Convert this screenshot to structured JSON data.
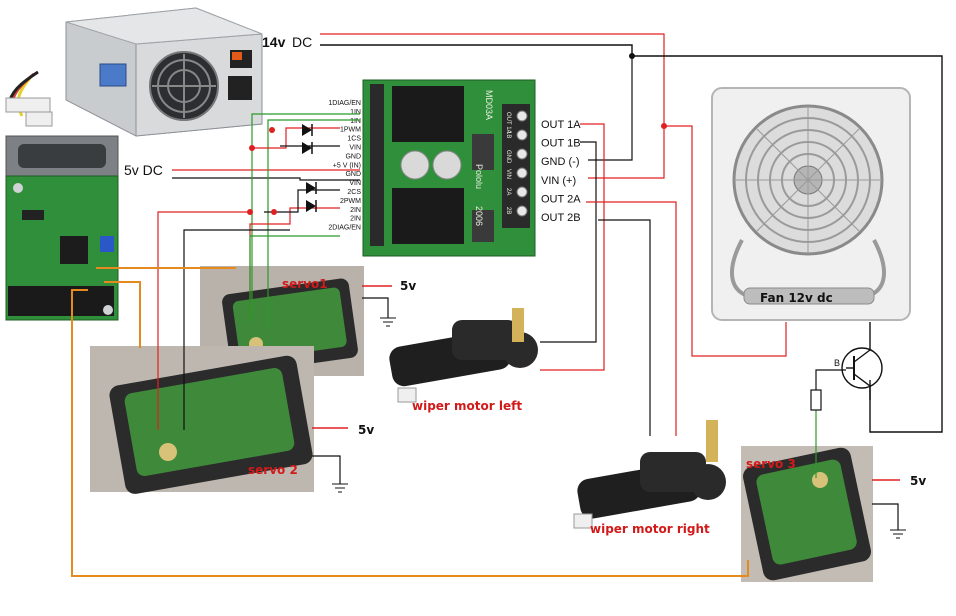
{
  "supply": {
    "v14_num": "14v",
    "v14_unit": "DC",
    "v5": "5v DC"
  },
  "driver": {
    "left_pins": [
      "1DIAG/EN",
      "1IN",
      "1IN",
      "1PWM",
      "1CS",
      "VIN",
      "GND",
      "+5 V (IN)",
      "GND",
      "VIN",
      "2CS",
      "2PWM",
      "2IN",
      "2IN",
      "2DIAG/EN"
    ],
    "right_pins": [
      "OUT 1A",
      "OUT 1B",
      "GND (-)",
      "VIN (+)",
      "OUT 2A",
      "OUT 2B"
    ],
    "board_marks": [
      "OUT 1A",
      "1B",
      "GND",
      "VIN",
      "2A",
      "2B"
    ],
    "brand": "Pololu",
    "year": "2006",
    "model": "MD03A"
  },
  "devices": {
    "fan": "Fan 12v dc",
    "servo1": "servo1",
    "servo2": "servo 2",
    "servo3": "servo 3",
    "wiper_left": "wiper motor left",
    "wiper_right": "wiper motor right",
    "v_label": "5v",
    "transistor_base": "B"
  },
  "colors": {
    "red": "#e02020",
    "black": "#111111",
    "green": "#2a9a2a",
    "orange": "#e58a1f",
    "label_red": "#d11a1a",
    "board_green": "#2f8f3a"
  }
}
